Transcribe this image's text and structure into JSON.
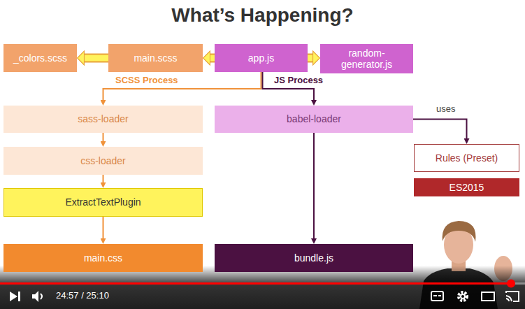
{
  "diagram": {
    "title": "What’s Happening?",
    "nodes": [
      {
        "text": [
          "_colors.scss"
        ]
      },
      {
        "text": [
          "main.scss"
        ]
      },
      {
        "text": [
          "app.js"
        ]
      },
      {
        "text": [
          "random-generator.js"
        ]
      },
      {
        "text": [
          "sass-loader"
        ]
      },
      {
        "text": [
          "css-loader"
        ]
      },
      {
        "text": [
          "ExtractTextPlugin"
        ]
      },
      {
        "text": [
          "main.css"
        ]
      },
      {
        "text": [
          "babel-loader"
        ]
      },
      {
        "text": [
          "Rules (Preset)"
        ]
      },
      {
        "text": [
          "ES2015"
        ]
      },
      {
        "text": [
          "bundle.js"
        ]
      }
    ],
    "edges": [
      {
        "from": 2,
        "to": 1,
        "arrow": "to"
      },
      {
        "from": 1,
        "to": 0,
        "arrow": "to"
      },
      {
        "from": 2,
        "to": 3,
        "arrow": "to"
      },
      {
        "from": 2,
        "to": 4,
        "label": "SCSS Process",
        "arrow": "to"
      },
      {
        "from": 2,
        "to": 8,
        "label": "JS Process",
        "arrow": "to"
      },
      {
        "from": 4,
        "to": 5,
        "arrow": "to"
      },
      {
        "from": 5,
        "to": 6,
        "arrow": "to"
      },
      {
        "from": 6,
        "to": 7,
        "arrow": "to"
      },
      {
        "from": 8,
        "to": 11,
        "arrow": "to"
      },
      {
        "from": 8,
        "to": 9,
        "label": "uses",
        "arrow": "to"
      }
    ],
    "labels": [
      "24:57 / 25:10"
    ]
  }
}
